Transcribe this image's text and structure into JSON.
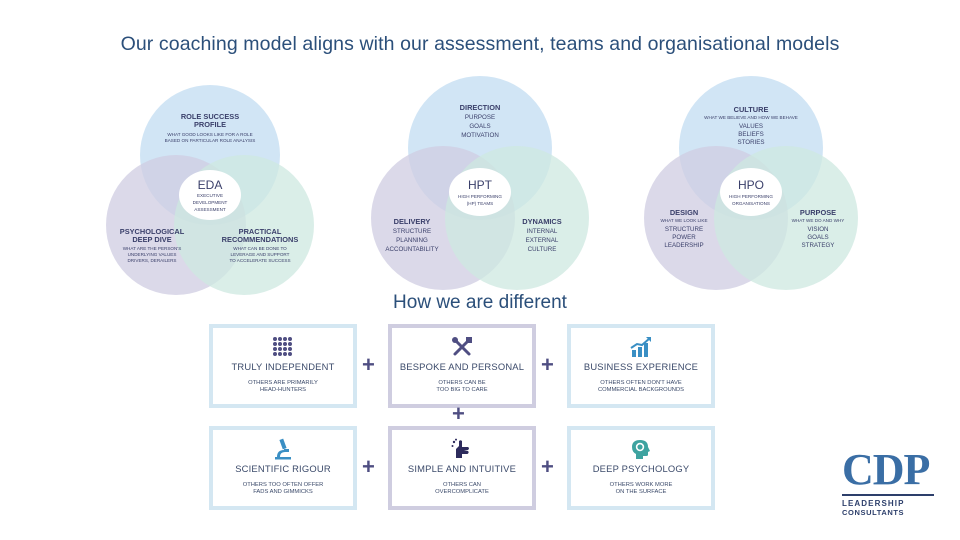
{
  "title": "Our coaching model aligns with our assessment, teams and organisational models",
  "subtitle": "How we are different",
  "colors": {
    "blue": "#c5dff2",
    "purple": "#cfcce2",
    "teal": "#cde8e0",
    "accent": "#2b4f7a"
  },
  "venn1": {
    "top_head_1": "ROLE SUCCESS",
    "top_head_2": "PROFILE",
    "top_desc_1": "WHAT GOOD LOOKS LIKE FOR A ROLE",
    "top_desc_2": "BASED ON PARTICULAR ROLE ANALYSIS",
    "left_head_1": "PSYCHOLOGICAL",
    "left_head_2": "DEEP DIVE",
    "left_desc_1": "WHAT ARE THE PERSON'S",
    "left_desc_2": "UNDERLYING VALUES",
    "left_desc_3": "DRIVERS, DERAILERS",
    "right_head_1": "PRACTICAL",
    "right_head_2": "RECOMMENDATIONS",
    "right_desc_1": "WHAT CAN BE DONE TO",
    "right_desc_2": "LEVERAGE AND SUPPORT",
    "right_desc_3": "TO ACCELERATE SUCCESS",
    "center": "EDA",
    "center_sub_1": "EXECUTIVE",
    "center_sub_2": "DEVELOPMENT",
    "center_sub_3": "ASSESSMENT"
  },
  "venn2": {
    "top_head": "DIRECTION",
    "top_l1": "PURPOSE",
    "top_l2": "GOALS",
    "top_l3": "MOTIVATION",
    "left_head": "DELIVERY",
    "left_l1": "STRUCTURE",
    "left_l2": "PLANNING",
    "left_l3": "ACCOUNTABILITY",
    "right_head": "DYNAMICS",
    "right_l1": "INTERNAL",
    "right_l2": "EXTERNAL",
    "right_l3": "CULTURE",
    "center": "HPT",
    "center_sub_1": "HIGH PERFORMING",
    "center_sub_2": "(HP) TEAMS"
  },
  "venn3": {
    "top_head": "CULTURE",
    "top_desc": "WHAT WE BELIEVE AND HOW WE BEHAVE",
    "top_l1": "VALUES",
    "top_l2": "BELIEFS",
    "top_l3": "STORIES",
    "left_head": "DESIGN",
    "left_desc": "WHAT WE LOOK LIKE",
    "left_l1": "STRUCTURE",
    "left_l2": "POWER",
    "left_l3": "LEADERSHIP",
    "right_head": "PURPOSE",
    "right_desc": "WHAT WE DO AND WHY",
    "right_l1": "VISION",
    "right_l2": "GOALS",
    "right_l3": "STRATEGY",
    "center": "HPO",
    "center_sub_1": "HIGH PERFORMING",
    "center_sub_2": "ORGANISATIONS"
  },
  "cards": [
    {
      "title": "TRULY INDEPENDENT",
      "desc_1": "OTHERS ARE PRIMARILY",
      "desc_2": "HEAD-HUNTERS",
      "icon": "grid-icon"
    },
    {
      "title": "BESPOKE AND PERSONAL",
      "desc_1": "OTHERS CAN BE",
      "desc_2": "TOO BIG TO CARE",
      "icon": "tools-icon"
    },
    {
      "title": "BUSINESS EXPERIENCE",
      "desc_1": "OTHERS OFTEN DON'T HAVE",
      "desc_2": "COMMERCIAL BACKGROUNDS",
      "icon": "growth-chart-icon"
    },
    {
      "title": "SCIENTIFIC RIGOUR",
      "desc_1": "OTHERS TOO OFTEN OFFER",
      "desc_2": "FADS AND GIMMICKS",
      "icon": "microscope-icon"
    },
    {
      "title": "SIMPLE AND INTUITIVE",
      "desc_1": "OTHERS CAN",
      "desc_2": "OVERCOMPLICATE",
      "icon": "hand-icon"
    },
    {
      "title": "DEEP PSYCHOLOGY",
      "desc_1": "OTHERS WORK MORE",
      "desc_2": "ON THE SURFACE",
      "icon": "brain-head-icon"
    }
  ],
  "plus": "+",
  "logo": {
    "main": "CDP",
    "line1": "LEADERSHIP",
    "line2": "CONSULTANTS"
  }
}
